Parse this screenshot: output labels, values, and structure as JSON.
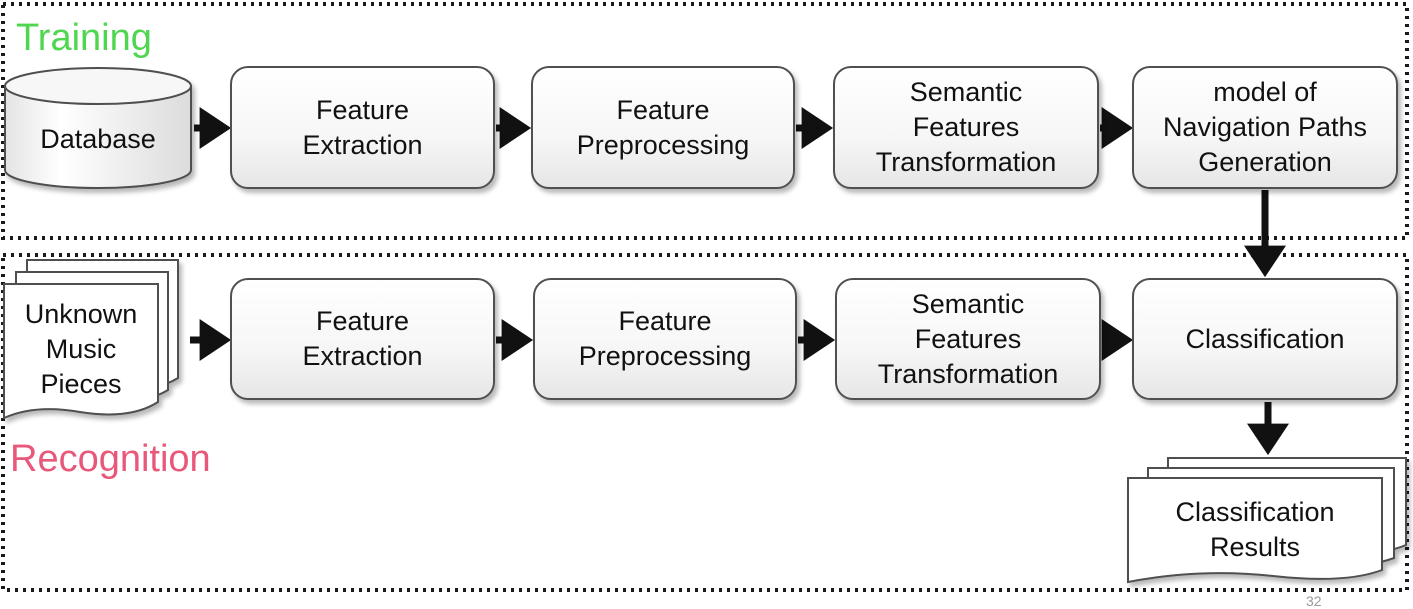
{
  "training": {
    "label": "Training",
    "label_color": "#4fd64f",
    "database": "Database",
    "feature_extraction": "Feature\nExtraction",
    "feature_preprocessing": "Feature\nPreprocessing",
    "semantic_transformation": "Semantic\nFeatures\nTransformation",
    "model_generation": "model of\nNavigation Paths\nGeneration"
  },
  "recognition": {
    "label": "Recognition",
    "label_color": "#e8587a",
    "unknown_music": "Unknown\nMusic\nPieces",
    "feature_extraction": "Feature\nExtraction",
    "feature_preprocessing": "Feature\nPreprocessing",
    "semantic_transformation": "Semantic\nFeatures\nTransformation",
    "classification": "Classification",
    "classification_results": "Classification\nResults"
  },
  "page_number": "32"
}
